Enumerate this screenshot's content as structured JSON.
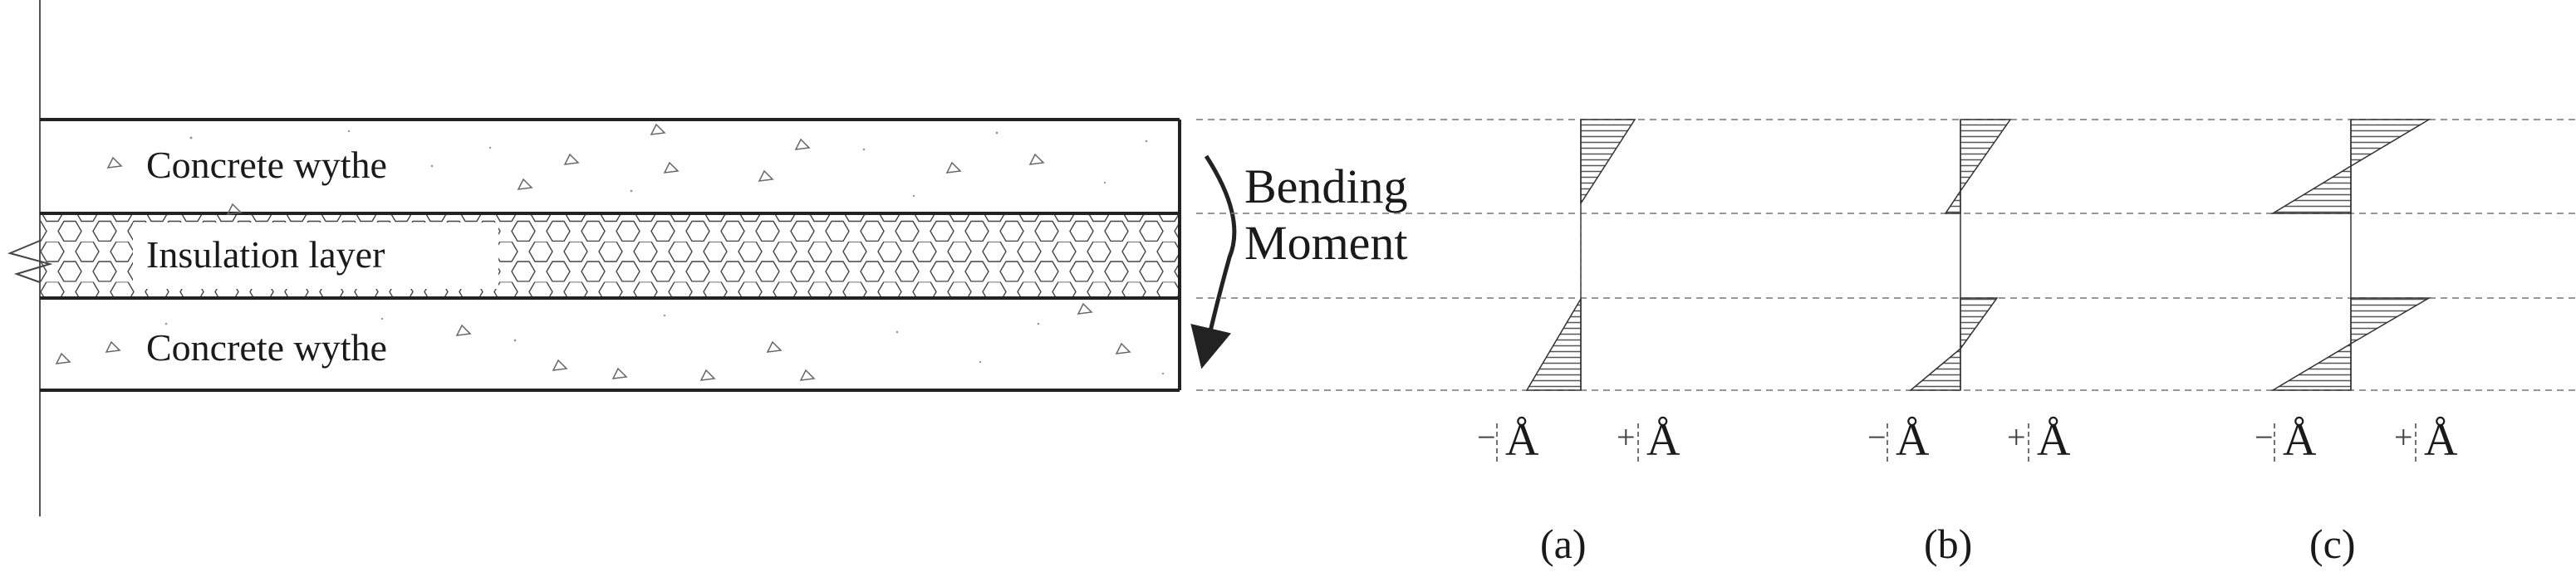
{
  "layers": {
    "top": "Concrete wythe",
    "middle": "Insulation layer",
    "bottom": "Concrete wythe"
  },
  "bending_moment": {
    "line1": "Bending",
    "line2": "Moment"
  },
  "stress_diagrams": [
    {
      "caption": "(a)",
      "minus_label": "−",
      "plus_label": "+",
      "symbol": "Å"
    },
    {
      "caption": "(b)",
      "minus_label": "−",
      "plus_label": "+",
      "symbol": "Å"
    },
    {
      "caption": "(c)",
      "minus_label": "−",
      "plus_label": "+",
      "symbol": "Å"
    }
  ],
  "colors": {
    "line": "#222222",
    "hatch": "#555555",
    "dashed": "#777777"
  }
}
